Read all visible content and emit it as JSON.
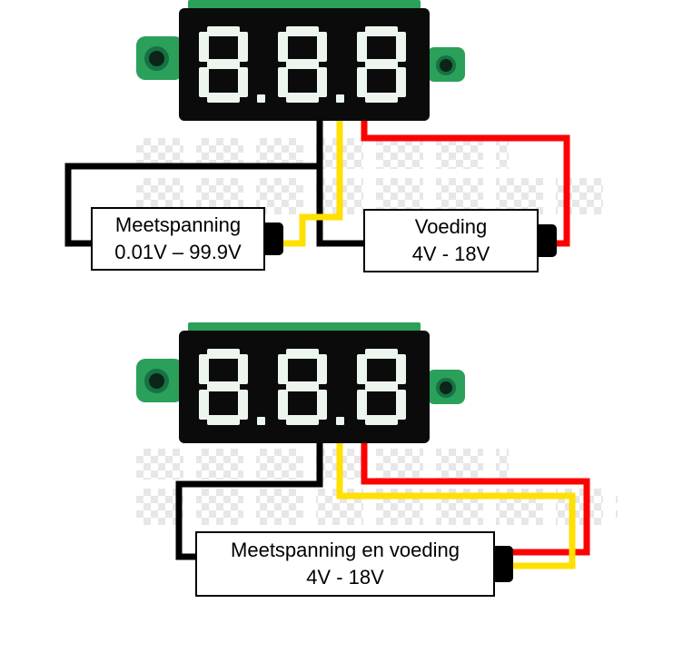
{
  "colors": {
    "wire_black": "#000000",
    "wire_red": "#fe0000",
    "wire_yellow": "#ffe000",
    "pcb_green": "#2ba05a",
    "display_body": "#0b0b0b",
    "segment_on": "#edf6ee",
    "box_border": "#000000",
    "watermark": "#e7e7e7"
  },
  "module_top": {
    "display_value": "8.8.8"
  },
  "module_bottom": {
    "display_value": "8.8.8"
  },
  "diagram_top": {
    "measure_box": {
      "line1": "Meetspanning",
      "line2": "0.01V – 99.9V"
    },
    "supply_box": {
      "line1": "Voeding",
      "line2": "4V - 18V"
    }
  },
  "diagram_bottom": {
    "combined_box": {
      "line1": "Meetspanning en voeding",
      "line2": "4V - 18V"
    }
  }
}
